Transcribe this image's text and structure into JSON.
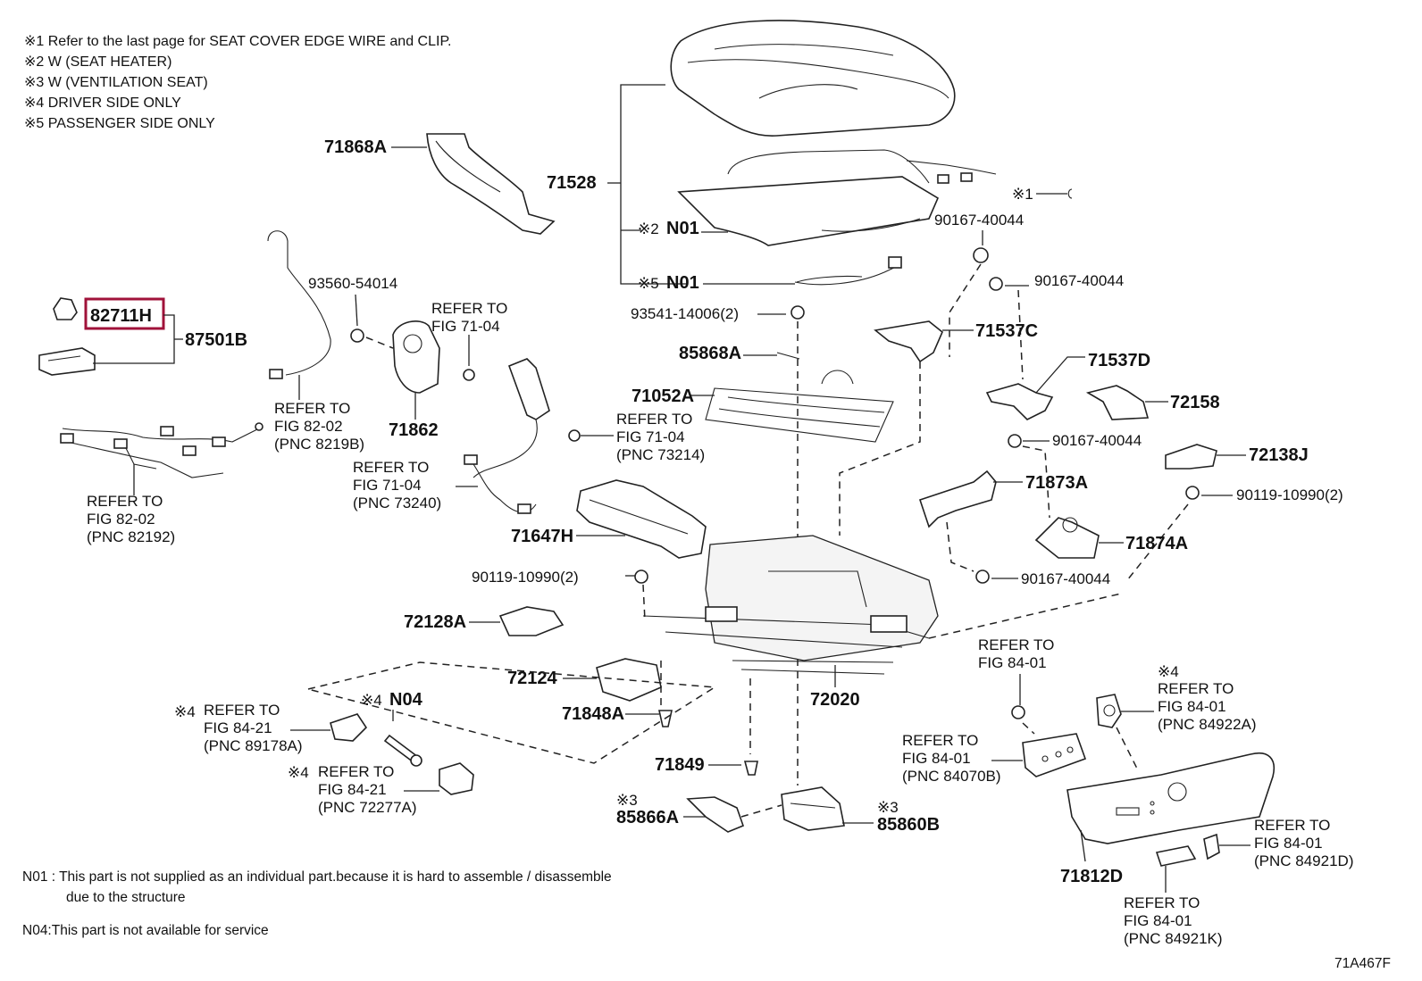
{
  "notes": [
    "※1 Refer to the last page for SEAT COVER EDGE WIRE and CLIP.",
    "※2 W (SEAT  HEATER)",
    "※3 W (VENTILATION  SEAT)",
    "※4 DRIVER SIDE ONLY",
    "※5 PASSENGER SIDE ONLY"
  ],
  "parts": {
    "p71868A": "71868A",
    "p71528": "71528",
    "p_n01_2_mark": "※2",
    "p_n01_2": "N01",
    "p_n01_5_mark": "※5",
    "p_n01_5": "N01",
    "p_ref1_mark": "※1",
    "p90167_1": "90167-40044",
    "p90167_2": "90167-40044",
    "p90167_3": "90167-40044",
    "p90167_4": "90167-40044",
    "p93560": "93560-54014",
    "p82711H": "82711H",
    "p87501B": "87501B",
    "p71862": "71862",
    "p93541": "93541-14006(2)",
    "p85868A": "85868A",
    "p71537C": "71537C",
    "p71537D": "71537D",
    "p72158": "72158",
    "p71052A": "71052A",
    "p72138J": "72138J",
    "p71873A": "71873A",
    "p90119_1": "90119-10990(2)",
    "p90119_2": "90119-10990(2)",
    "p71874A": "71874A",
    "p71647H": "71647H",
    "p72128A": "72128A",
    "p72124": "72124",
    "p72020": "72020",
    "p71848A": "71848A",
    "p71849": "71849",
    "p_n04_mark": "※4",
    "p_n04": "N04",
    "p85866A_mark": "※3",
    "p85866A": "85866A",
    "p85860B_mark": "※3",
    "p85860B": "85860B",
    "p71812D": "71812D",
    "p_84922A_mark": "※4"
  },
  "refs": {
    "r_7104a": [
      "REFER TO",
      "FIG 71-04"
    ],
    "r_8202b": [
      "REFER TO",
      "FIG 82-02",
      "(PNC 8219B)"
    ],
    "r_73214": [
      "REFER TO",
      "FIG 71-04",
      "(PNC 73214)"
    ],
    "r_73240": [
      "REFER TO",
      "FIG 71-04",
      "(PNC 73240)"
    ],
    "r_82192": [
      "REFER TO",
      "FIG 82-02",
      "(PNC 82192)"
    ],
    "r_8401a": [
      "REFER TO",
      "FIG 84-01"
    ],
    "r_84922A": [
      "REFER TO",
      "FIG 84-01",
      "(PNC 84922A)"
    ],
    "r_89178A_mark": "※4",
    "r_89178A": [
      "REFER TO",
      "FIG 84-21",
      "(PNC 89178A)"
    ],
    "r_72277A_mark": "※4",
    "r_72277A": [
      "REFER TO",
      "FIG 84-21",
      "(PNC 72277A)"
    ],
    "r_84070B": [
      "REFER TO",
      "FIG 84-01",
      "(PNC 84070B)"
    ],
    "r_84921D": [
      "REFER TO",
      "FIG 84-01",
      "(PNC 84921D)"
    ],
    "r_84921K": [
      "REFER TO",
      "FIG 84-01",
      "(PNC 84921K)"
    ]
  },
  "footnotes": {
    "n01_line1": "N01 : This part is not supplied as an individual part.because it is hard to assemble / disassemble",
    "n01_line2": "due to the structure",
    "n04": "N04:This part is not available for service"
  },
  "figure_id": "71A467F",
  "highlight_color": "#a0123a"
}
